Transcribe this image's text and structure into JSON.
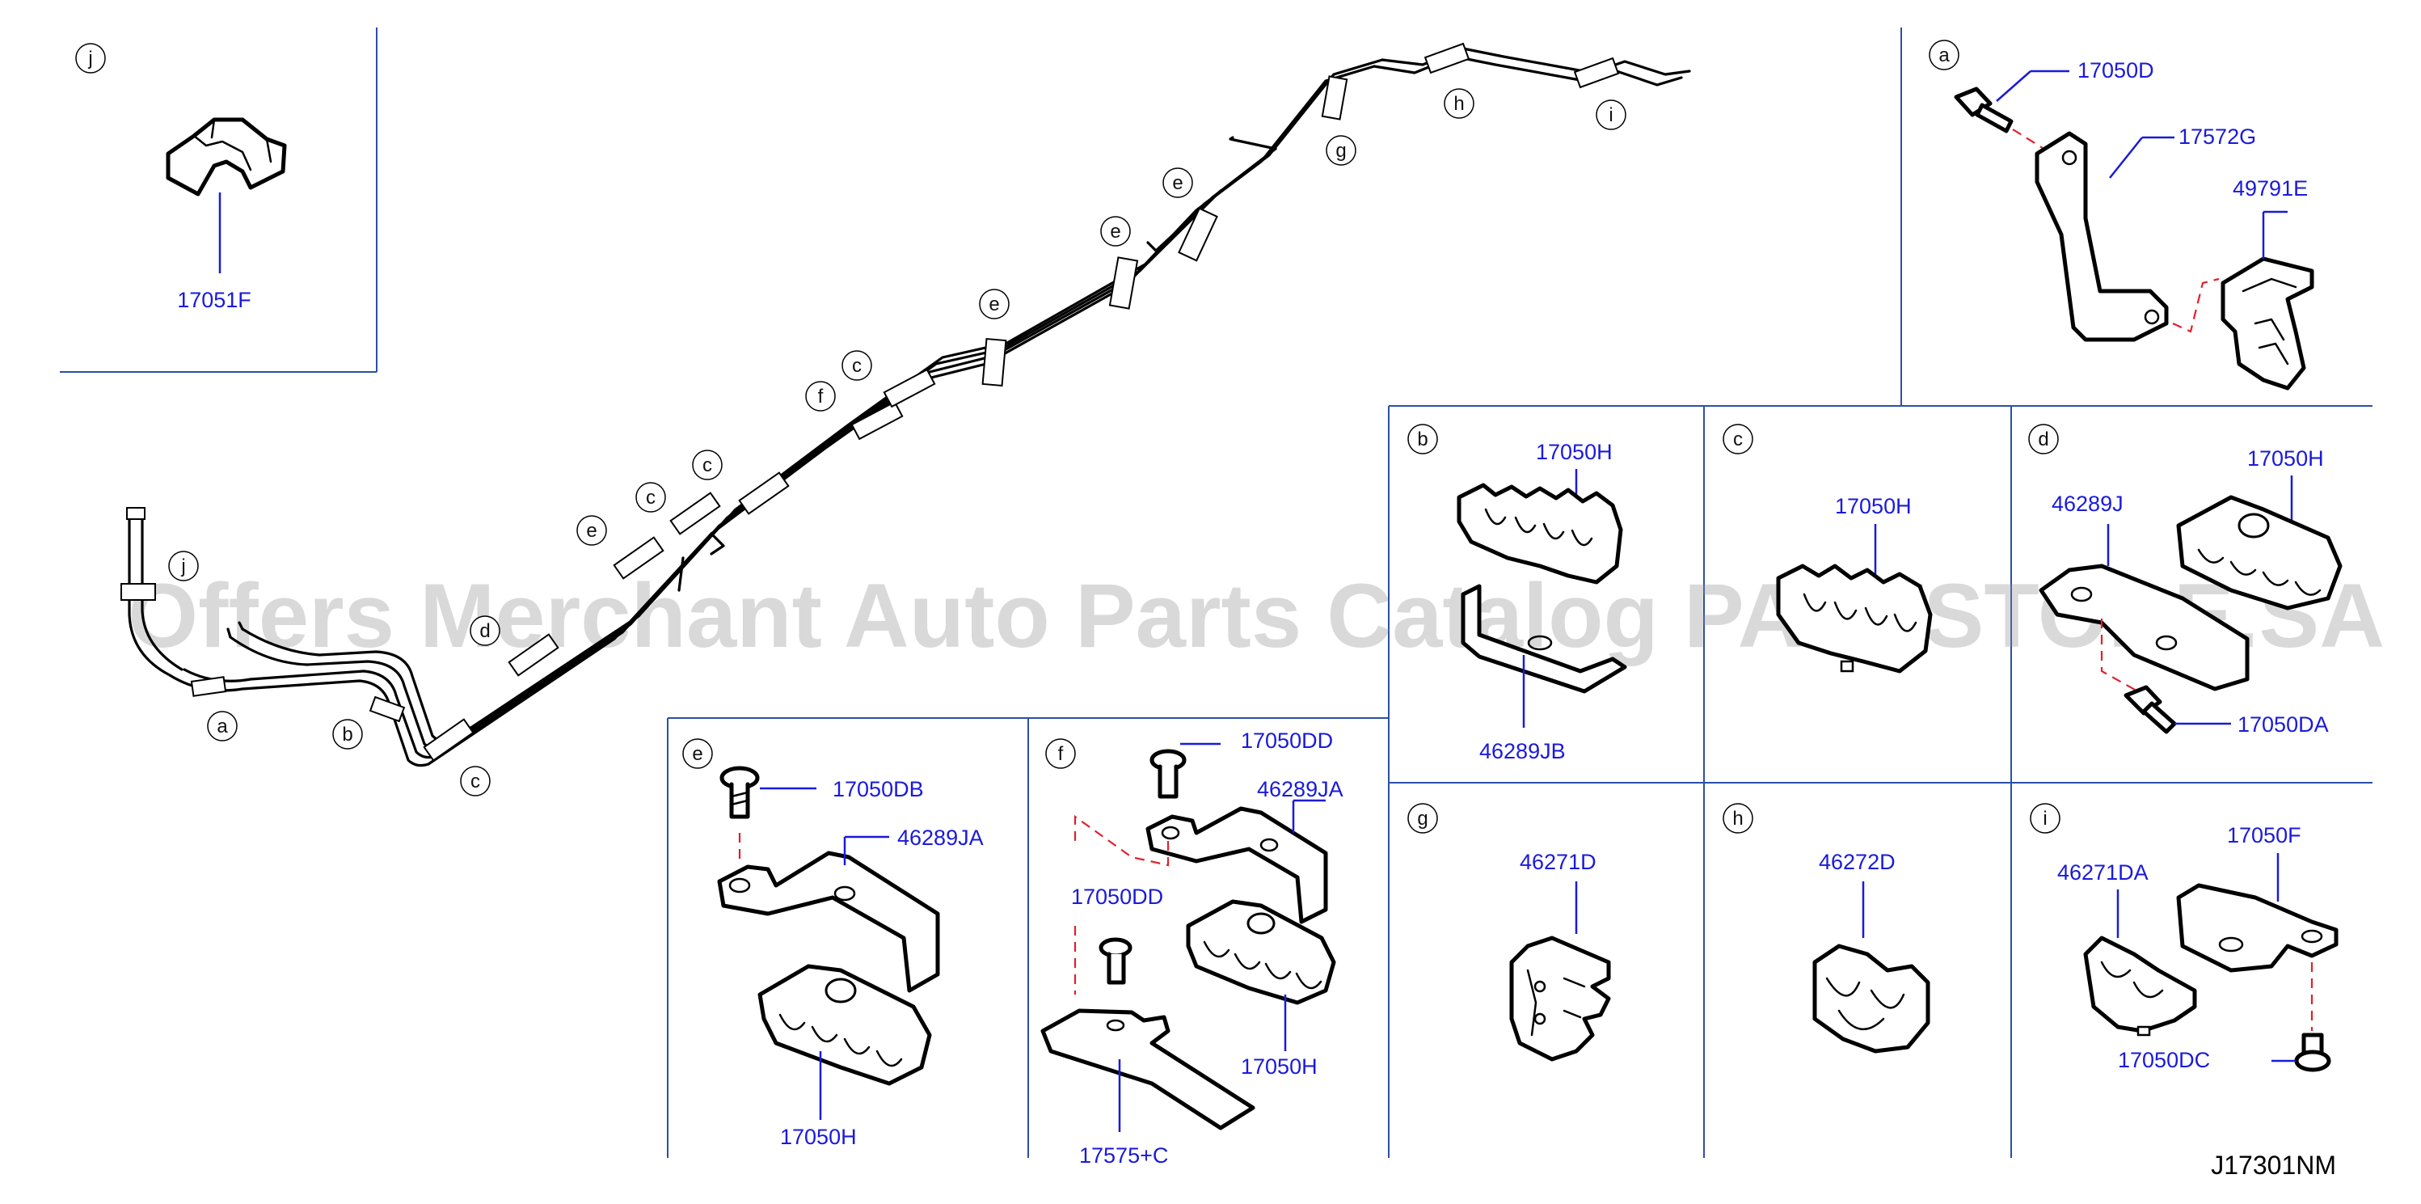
{
  "diagram_code": "J17301NM",
  "watermark": "Offers Merchant Auto Parts Catalog PARTSTORE.SA",
  "route_callouts": [
    "a",
    "b",
    "c",
    "c",
    "c",
    "c",
    "d",
    "e",
    "e",
    "e",
    "e",
    "f",
    "g",
    "h",
    "i",
    "j"
  ],
  "panels": {
    "a": {
      "label": "a",
      "parts": [
        "17050D",
        "17572G",
        "49791E"
      ]
    },
    "b": {
      "label": "b",
      "parts": [
        "17050H",
        "46289JB"
      ]
    },
    "c": {
      "label": "c",
      "parts": [
        "17050H"
      ]
    },
    "d": {
      "label": "d",
      "parts": [
        "17050H",
        "46289J",
        "17050DA"
      ]
    },
    "e": {
      "label": "e",
      "parts": [
        "17050DB",
        "46289JA",
        "17050H"
      ]
    },
    "f": {
      "label": "f",
      "parts": [
        "17050DD",
        "46289JA",
        "17050DD",
        "17050H",
        "17575+C"
      ]
    },
    "g": {
      "label": "g",
      "parts": [
        "46271D"
      ]
    },
    "h": {
      "label": "h",
      "parts": [
        "46272D"
      ]
    },
    "i": {
      "label": "i",
      "parts": [
        "17050F",
        "46271DA",
        "17050DC"
      ]
    },
    "j": {
      "label": "j",
      "parts": [
        "17051F"
      ]
    }
  }
}
